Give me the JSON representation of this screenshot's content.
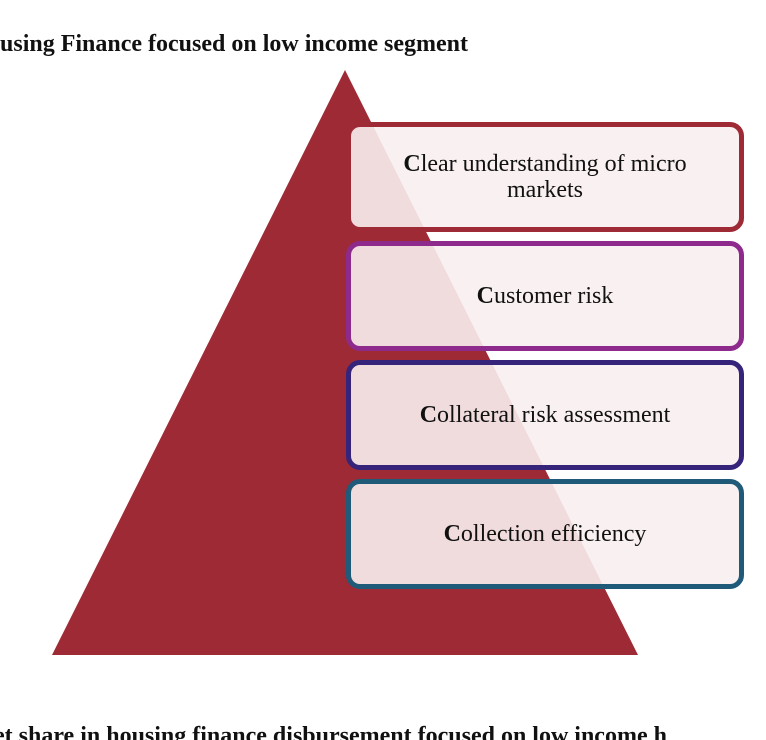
{
  "top_title": "using Finance focused on low income segment",
  "bottom_title": "et share in housing finance disbursement focused on low income h",
  "pyramid_color": "#9e2a35",
  "boxes": [
    {
      "initial": "C",
      "rest": "lear understanding of micro markets",
      "border_color": "#9e2a35"
    },
    {
      "initial": "C",
      "rest": "ustomer risk",
      "border_color": "#8e2a8c"
    },
    {
      "initial": "C",
      "rest": "ollateral risk assessment",
      "border_color": "#35247a"
    },
    {
      "initial": "C",
      "rest": "ollection efficiency",
      "border_color": "#1f5a78"
    }
  ]
}
